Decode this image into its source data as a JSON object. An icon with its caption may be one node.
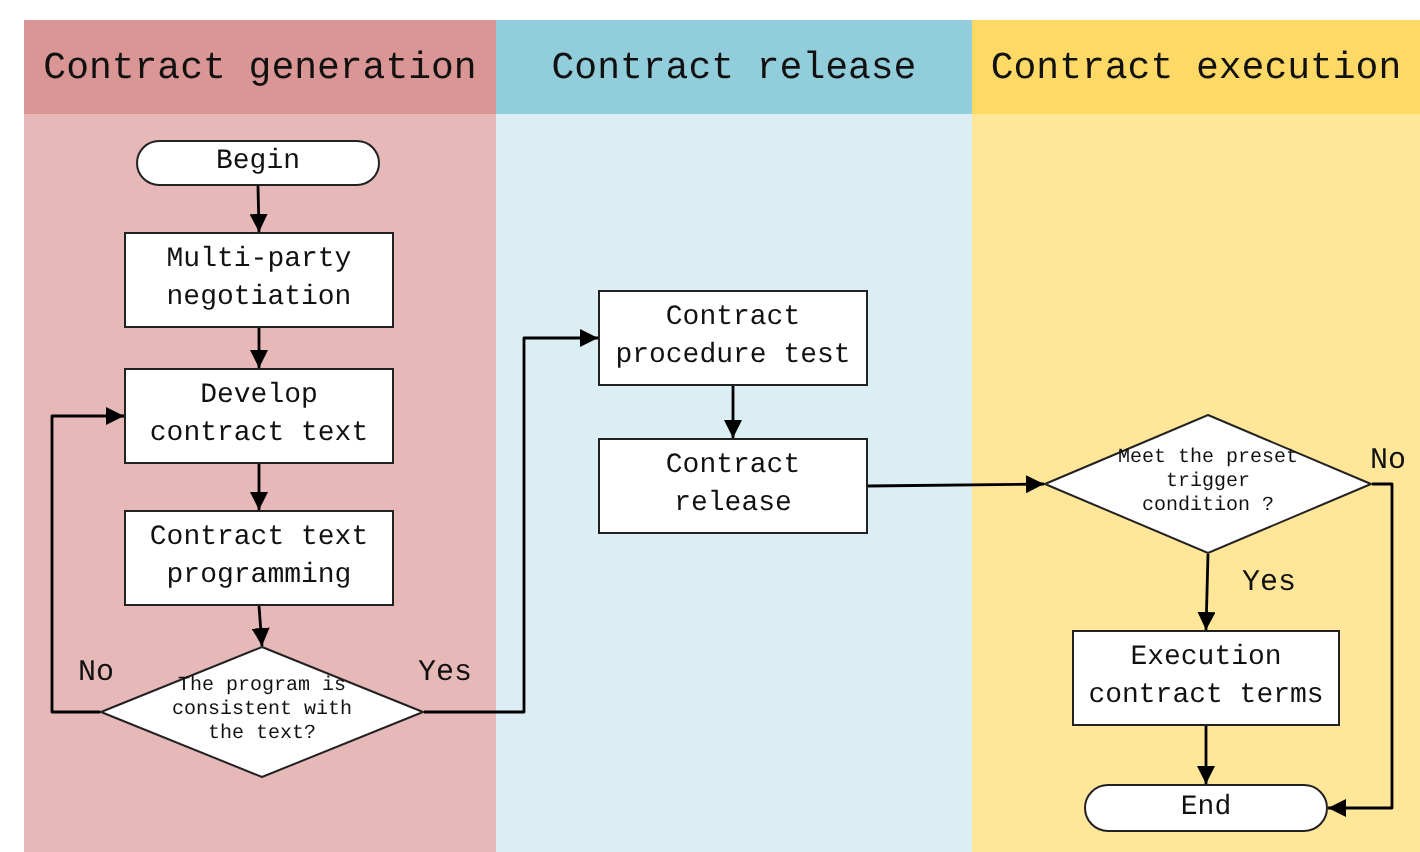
{
  "diagram": {
    "nodes": [
      {
        "text": [
          "Contract generation"
        ]
      },
      {
        "text": [
          "Begin"
        ],
        "in": 0
      },
      {
        "text": [
          "Multi-party negotiation"
        ],
        "in": 0
      },
      {
        "text": [
          "Develop contract text"
        ],
        "in": 0
      },
      {
        "text": [
          "Contract text programming"
        ],
        "in": 0
      },
      {
        "text": [
          "The program is consistent with the text?"
        ],
        "in": 0
      },
      {
        "text": [
          "Contract release"
        ]
      },
      {
        "text": [
          "Contract procedure test"
        ],
        "in": 6
      },
      {
        "text": [
          "Contract release"
        ],
        "in": 6
      },
      {
        "text": [
          "Contract execution"
        ]
      },
      {
        "text": [
          "Meet the preset trigger condition ?"
        ],
        "in": 9
      },
      {
        "text": [
          "Execution contract terms"
        ],
        "in": 9
      },
      {
        "text": [
          "End"
        ],
        "in": 9
      }
    ],
    "edges": [
      {
        "from": 1,
        "to": 2,
        "arrow": "to"
      },
      {
        "from": 2,
        "to": 3,
        "arrow": "to"
      },
      {
        "from": 3,
        "to": 4,
        "arrow": "to"
      },
      {
        "from": 4,
        "to": 5,
        "arrow": "to"
      },
      {
        "from": 5,
        "to": 3,
        "arrow": "to",
        "label": "No"
      },
      {
        "from": 5,
        "to": 7,
        "arrow": "to",
        "label": "Yes"
      },
      {
        "from": 7,
        "to": 8,
        "arrow": "to"
      },
      {
        "from": 8,
        "to": 10,
        "arrow": "to"
      },
      {
        "from": 10,
        "to": 11,
        "arrow": "to",
        "label": "Yes"
      },
      {
        "from": 11,
        "to": 12,
        "arrow": "to"
      },
      {
        "from": 10,
        "to": 12,
        "arrow": "to",
        "label": "No"
      }
    ]
  }
}
